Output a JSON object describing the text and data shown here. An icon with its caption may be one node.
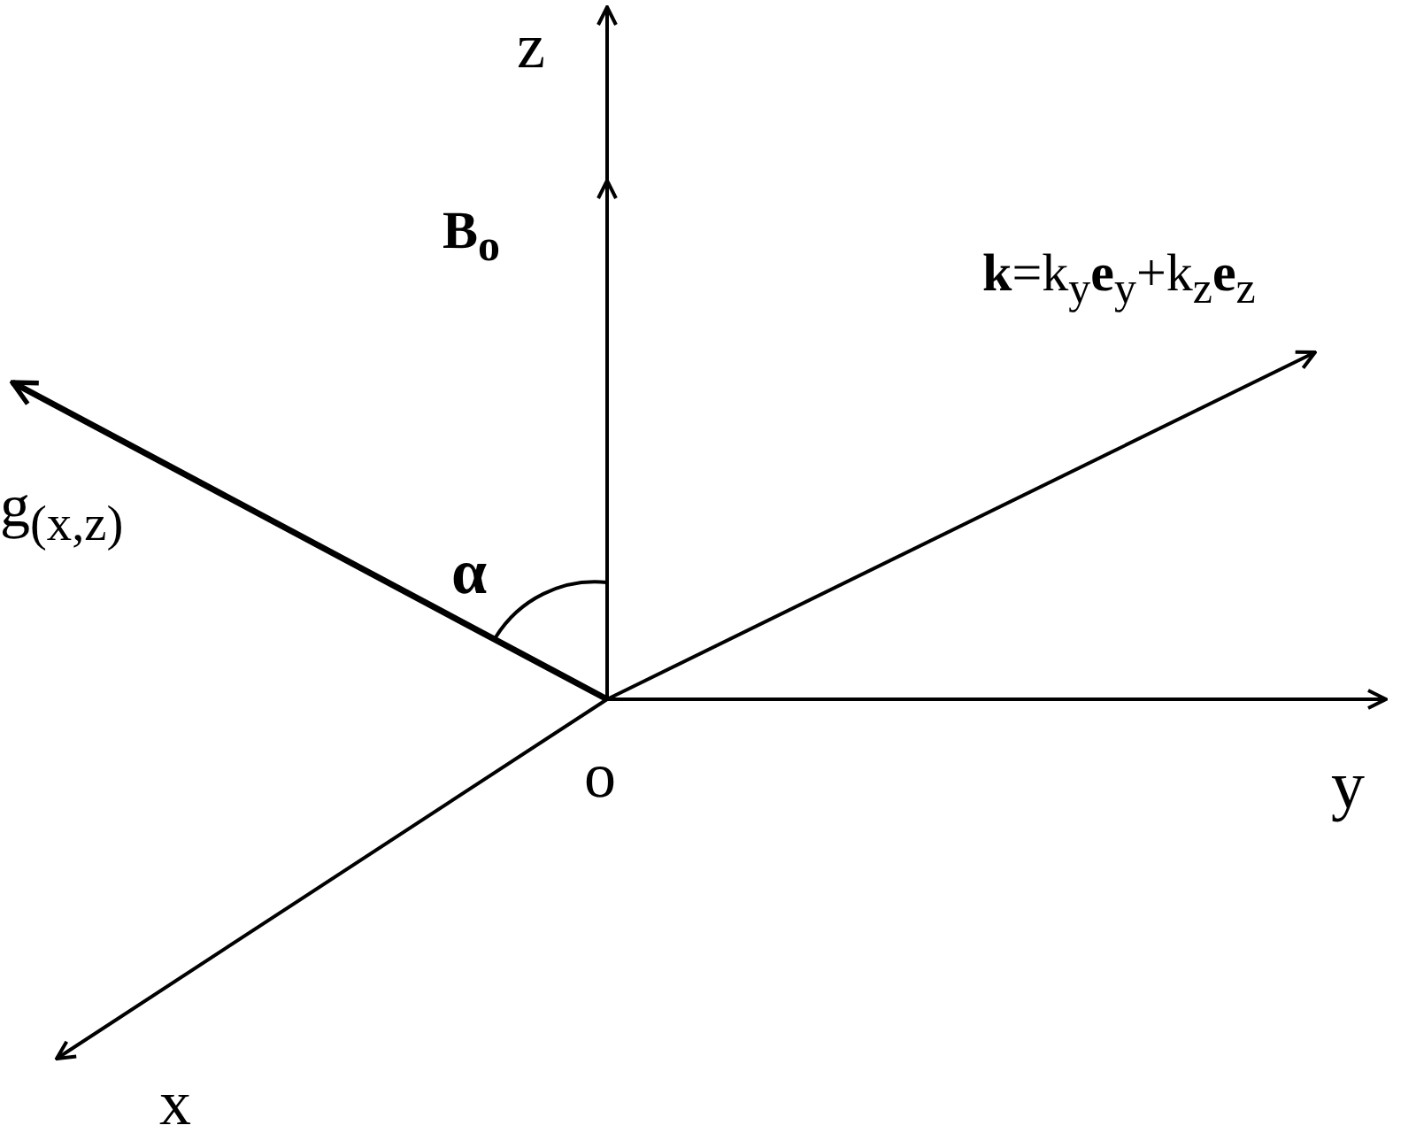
{
  "diagram": {
    "labels": [
      "z",
      "B$_{o}$",
      "**k**=k$_{y}$**e**$_{y}$+k$_{z}$**e**$_{z}$",
      "g$_{(x,z)}$",
      "α",
      "o",
      "y",
      "x"
    ]
  }
}
